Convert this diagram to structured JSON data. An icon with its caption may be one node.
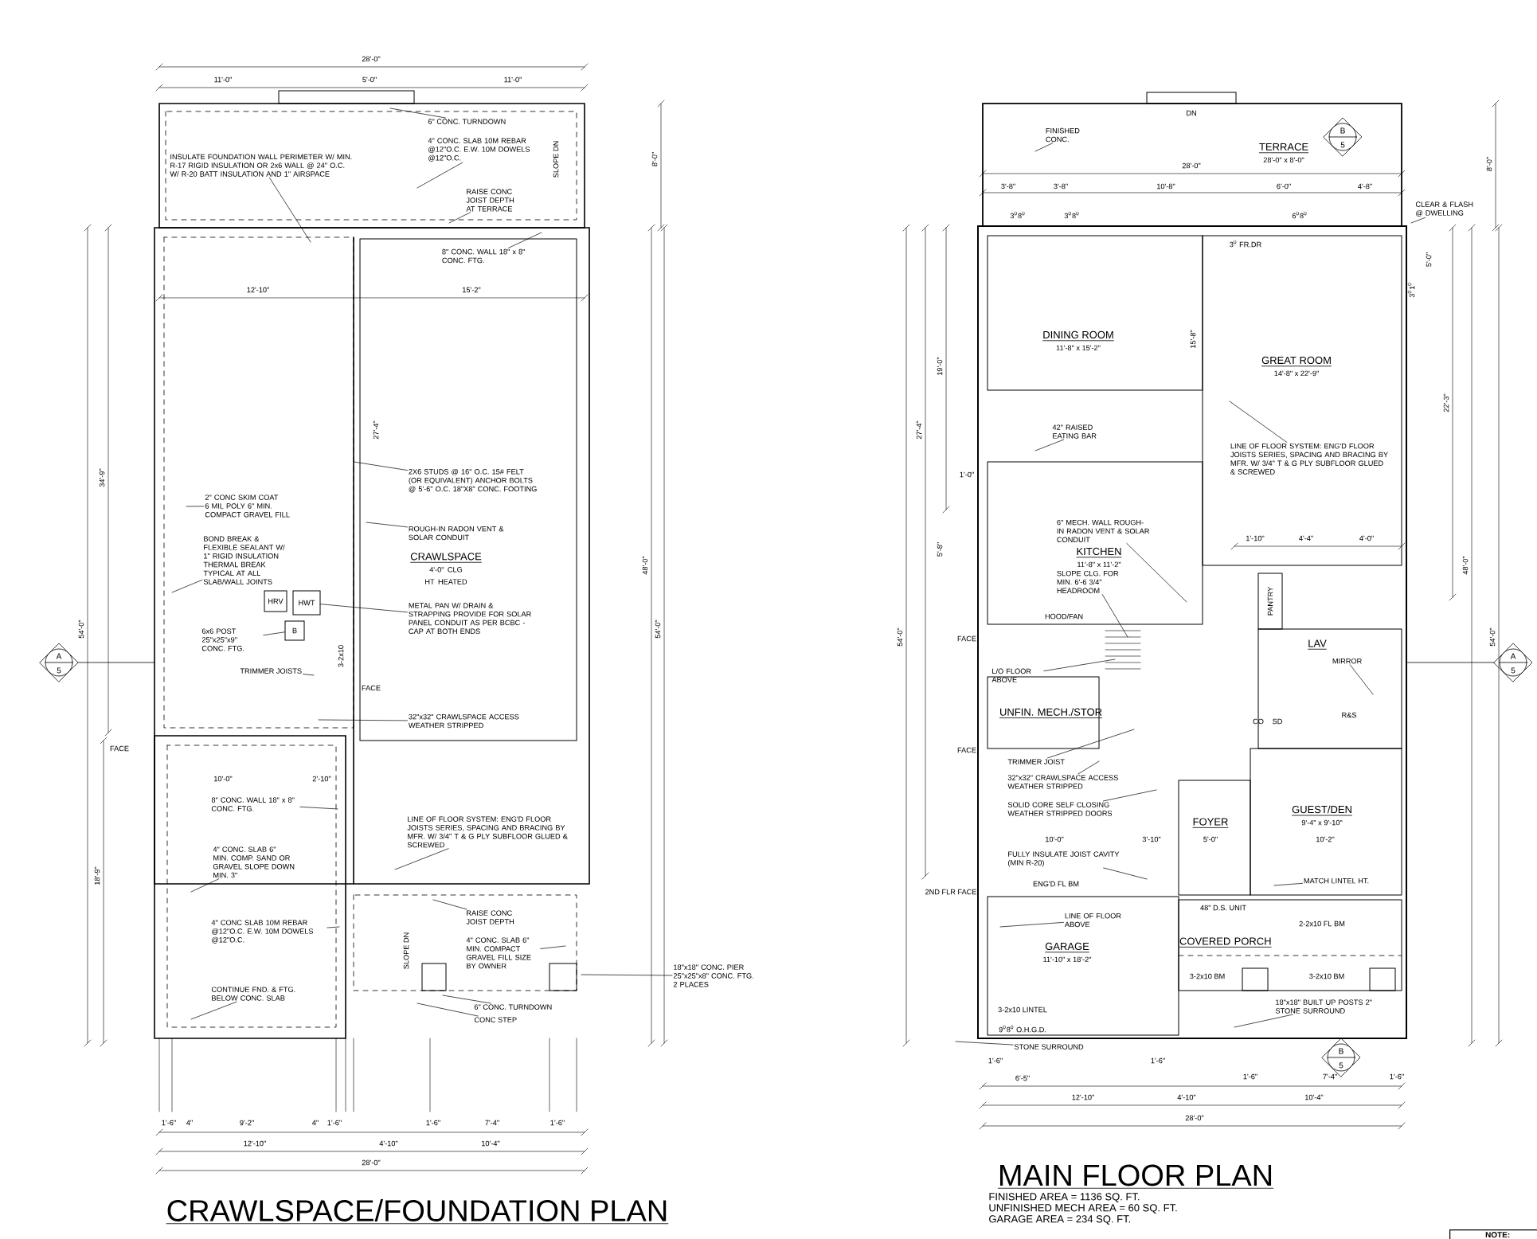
{
  "diagram": {
    "nodes": [
      {
        "text": [
          "CRAWLSPACE",
          "4'-0\" CLG HT HEATED"
        ]
      },
      {
        "text": [
          "HRV"
        ]
      },
      {
        "text": [
          "HWT"
        ]
      },
      {
        "text": [
          "B"
        ]
      },
      {
        "text": [
          "TERRACE",
          "28'-0\" x 8'-0\""
        ]
      },
      {
        "text": [
          "DINING ROOM",
          "11'-8\" x 15'-2\""
        ]
      },
      {
        "text": [
          "GREAT ROOM",
          "14'-8\" x 22'-9\""
        ]
      },
      {
        "text": [
          "KITCHEN",
          "11'-8\" x 11'-2\""
        ]
      },
      {
        "text": [
          "PANTRY"
        ]
      },
      {
        "text": [
          "LAV"
        ]
      },
      {
        "text": [
          "UNFIN. MECH./STOR"
        ]
      },
      {
        "text": [
          "FOYER"
        ]
      },
      {
        "text": [
          "GUEST/DEN",
          "9'-4\" x 9'-10\""
        ]
      },
      {
        "text": [
          "GARAGE",
          "11'-10\" x 18'-2\""
        ]
      },
      {
        "text": [
          "COVERED PORCH"
        ]
      },
      {
        "text": [
          "6\" CONC. TURNDOWN"
        ]
      },
      {
        "text": [
          "INSULATE FOUNDATION WALL PERIMETER W/ MIN. R-17 RIGID INSULATION OR 2x6 WALL @ 24\" O.C. W/ R-20 BATT INSULATION AND 1\" AIRSPACE"
        ]
      },
      {
        "text": [
          "4\" CONC. SLAB 10M REBAR @12\"O.C. E.W. 10M DOWELS @12\"O.C."
        ]
      },
      {
        "text": [
          "RAISE CONC JOIST DEPTH AT TERRACE"
        ]
      },
      {
        "text": [
          "8\" CONC. WALL 18\" x 8\" CONC. FTG."
        ],
        "in": 0
      },
      {
        "text": [
          "2\" CONC SKIM COAT 6 MIL POLY 6\" MIN. COMPACT GRAVEL FILL"
        ]
      },
      {
        "text": [
          "BOND BREAK & FLEXIBLE SEALANT W/ 1\" RIGID INSULATION THERMAL BREAK TYPICAL AT ALL SLAB/WALL JOINTS"
        ]
      },
      {
        "text": [
          "2X6 STUDS @ 16\" O.C. 15# FELT (OR EQUIVALENT) ANCHOR BOLTS @ 5'-6\" O.C. 18\"X8\" CONC. FOOTING"
        ],
        "in": 0
      },
      {
        "text": [
          "ROUGH-IN RADON VENT & SOLAR CONDUIT"
        ],
        "in": 0
      },
      {
        "text": [
          "METAL PAN W/ DRAIN & STRAPPING PROVIDE FOR SOLAR PANEL CONDUIT AS PER BCBC -CAP AT BOTH ENDS"
        ],
        "in": 0
      },
      {
        "text": [
          "6x6 POST 25\"x25\"x9\" CONC. FTG."
        ]
      },
      {
        "text": [
          "TRIMMER JOISTS"
        ]
      },
      {
        "text": [
          "32\"x32\" CRAWLSPACE ACCESS WEATHER STRIPPED"
        ],
        "in": 0
      },
      {
        "text": [
          "8\" CONC. WALL 18\" x 8\" CONC. FTG."
        ]
      },
      {
        "text": [
          "4\" CONC. SLAB 6\" MIN. COMP. SAND OR GRAVEL SLOPE DOWN MIN. 3\""
        ]
      },
      {
        "text": [
          "4\" CONC SLAB 10M REBAR @12\"O.C. E.W. 10M DOWELS @12\"O.C."
        ]
      },
      {
        "text": [
          "CONTINUE FND. & FTG. BELOW CONC. SLAB"
        ]
      },
      {
        "text": [
          "LINE OF FLOOR SYSTEM: ENG'D FLOOR JOISTS SERIES, SPACING AND BRACING BY MFR. W/ 3/4\" T & G PLY SUBFLOOR GLUED & SCREWED"
        ]
      },
      {
        "text": [
          "RAISE CONC JOIST DEPTH"
        ]
      },
      {
        "text": [
          "4\" CONC. SLAB 6\" MIN. COMPACT GRAVEL FILL SIZE BY OWNER"
        ]
      },
      {
        "text": [
          "18\"x18\" CONC. PIER 25\"x25\"x8\" CONC. FTG. 2 PLACES"
        ]
      },
      {
        "text": [
          "6\" CONC. TURNDOWN"
        ]
      },
      {
        "text": [
          "CONC STEP"
        ]
      },
      {
        "text": [
          "FINISHED CONC."
        ],
        "in": 4
      },
      {
        "text": [
          "CLEAR & FLASH @ DWELLING"
        ]
      },
      {
        "text": [
          "42\" RAISED EATING BAR"
        ]
      },
      {
        "text": [
          "LINE OF FLOOR SYSTEM: ENG'D FLOOR JOISTS SERIES, SPACING AND BRACING BY MFR. W/ 3/4\" T & G PLY SUBFLOOR GLUED & SCREWED"
        ],
        "in": 6
      },
      {
        "text": [
          "6\" MECH. WALL ROUGH-IN RADON VENT & SOLAR CONDUIT"
        ],
        "in": 7
      },
      {
        "text": [
          "SLOPE CLG. FOR MIN. 6'-6 3/4\" HEADROOM"
        ],
        "in": 7
      },
      {
        "text": [
          "L/O FLOOR ABOVE"
        ]
      },
      {
        "text": [
          "MIRROR"
        ],
        "in": 9
      },
      {
        "text": [
          "TRIMMER JOIST"
        ]
      },
      {
        "text": [
          "32\"x32\" CRAWLSPACE ACCESS WEATHER STRIPPED"
        ]
      },
      {
        "text": [
          "SOLID CORE SELF CLOSING WEATHER STRIPPED DOORS"
        ]
      },
      {
        "text": [
          "FULLY INSULATE JOIST CAVITY (MIN R-20)"
        ]
      },
      {
        "text": [
          "MATCH LINTEL HT."
        ],
        "in": 12
      },
      {
        "text": [
          "LINE OF FLOOR ABOVE"
        ],
        "in": 13
      },
      {
        "text": [
          "STONE SURROUND"
        ]
      },
      {
        "text": [
          "18\"x18\" BUILT UP POSTS 2\" STONE SURROUND"
        ]
      }
    ],
    "edges": [
      {
        "from": 15,
        "to": null,
        "arrow": "none"
      },
      {
        "from": 16,
        "to": null,
        "arrow": "none"
      },
      {
        "from": 17,
        "to": null,
        "arrow": "none"
      },
      {
        "from": 18,
        "to": null,
        "arrow": "none"
      },
      {
        "from": 19,
        "to": null,
        "arrow": "none"
      },
      {
        "from": 20,
        "to": null,
        "arrow": "none"
      },
      {
        "from": 21,
        "to": null,
        "arrow": "none"
      },
      {
        "from": 22,
        "to": null,
        "arrow": "none"
      },
      {
        "from": 23,
        "to": null,
        "arrow": "none"
      },
      {
        "from": 24,
        "to": 2,
        "arrow": "none"
      },
      {
        "from": 25,
        "to": 3,
        "arrow": "none"
      },
      {
        "from": 26,
        "to": null,
        "arrow": "none"
      },
      {
        "from": 27,
        "to": null,
        "arrow": "none"
      },
      {
        "from": 28,
        "to": null,
        "arrow": "none"
      },
      {
        "from": 29,
        "to": null,
        "arrow": "none"
      },
      {
        "from": 30,
        "to": null,
        "arrow": "none"
      },
      {
        "from": 31,
        "to": null,
        "arrow": "none"
      },
      {
        "from": 32,
        "to": null,
        "arrow": "none"
      },
      {
        "from": 33,
        "to": null,
        "arrow": "none"
      },
      {
        "from": 34,
        "to": null,
        "arrow": "none"
      },
      {
        "from": 35,
        "to": null,
        "arrow": "none"
      },
      {
        "from": 36,
        "to": null,
        "arrow": "none"
      },
      {
        "from": 37,
        "to": null,
        "arrow": "none"
      },
      {
        "from": 38,
        "to": null,
        "arrow": "none"
      },
      {
        "from": 39,
        "to": null,
        "arrow": "none"
      },
      {
        "from": 40,
        "to": null,
        "arrow": "none"
      },
      {
        "from": 41,
        "to": null,
        "arrow": "none"
      },
      {
        "from": 42,
        "to": null,
        "arrow": "none"
      },
      {
        "from": 43,
        "to": null,
        "arrow": "none"
      },
      {
        "from": 44,
        "to": null,
        "arrow": "none"
      },
      {
        "from": 45,
        "to": null,
        "arrow": "none"
      },
      {
        "from": 46,
        "to": null,
        "arrow": "none"
      },
      {
        "from": 47,
        "to": null,
        "arrow": "none"
      },
      {
        "from": 48,
        "to": null,
        "arrow": "none"
      },
      {
        "from": 49,
        "to": null,
        "arrow": "none"
      },
      {
        "from": 50,
        "to": null,
        "arrow": "none"
      },
      {
        "from": 51,
        "to": null,
        "arrow": "none"
      },
      {
        "from": 52,
        "to": null,
        "arrow": "none"
      },
      {
        "from": 53,
        "to": null,
        "arrow": "none"
      }
    ],
    "labels": [
      "28'-0\"",
      "11'-0\"",
      "5'-0\"",
      "11'-0\"",
      "8'-0\"",
      "SLOPE DN",
      "12'-10\"",
      "15'-2\"",
      "34'-9\"",
      "27'-4\"",
      "48'-0\"",
      "54'-0\"",
      "54'-0\"",
      "3-2x10",
      "FACE",
      "FACE",
      "10'-0\"",
      "2'-10\"",
      "18'-9\"",
      "SLOPE DN",
      "1'-6\"",
      "4\"",
      "9'-2\"",
      "4\"",
      "1'-6\"",
      "1'-6\"",
      "7'-4\"",
      "1'-6\"",
      "12'-10\"",
      "4'-10\"",
      "10'-4\"",
      "28'-0\"",
      "CRAWLSPACE/FOUNDATION PLAN",
      "A",
      "5",
      "DN",
      "B",
      "5",
      "28'-0\"",
      "3'-8\"",
      "3'-8\"",
      "10'-8\"",
      "6'-0\"",
      "4'-8\"",
      "3$^{0}$8$^{0}$",
      "3$^{0}$8$^{0}$",
      "6$^{0}$8$^{0}$",
      "3$^{0}$ FR.DR",
      "8'-0\"",
      "5'-0\"",
      "3$^{0}$1$^{0}$",
      "15'-8\"",
      "19'-0\"",
      "27'-4\"",
      "22'-3\"",
      "1'-0\"",
      "5'-8\"",
      "HOOD/FAN",
      "1'-10\"",
      "4'-4\"",
      "4'-0\"",
      "48'-0\"",
      "54'-0\"",
      "54'-0\"",
      "A",
      "5",
      "FACE",
      "CO",
      "SD",
      "R&S",
      "FACE",
      "10'-0\"",
      "3'-10\"",
      "5'-0\"",
      "10'-2\"",
      "ENG'D FL BM",
      "2ND FLR FACE",
      "48\" D.S. UNIT",
      "2-2x10 FL BM",
      "3-2x10 BM",
      "3-2x10 BM",
      "3-2x10 LINTEL",
      "9$^{0}$8$^{0}$ O.H.G.D.",
      "B",
      "5",
      "1'-6\"",
      "1'-6\"",
      "6'-5\"",
      "1'-6\"",
      "7'-4\"",
      "1'-6\"",
      "12'-10\"",
      "4'-10\"",
      "10'-4\"",
      "28'-0\"",
      "MAIN FLOOR PLAN",
      "FINISHED AREA = 1136 SQ. FT.",
      "UNFINISHED MECH AREA = 60 SQ. FT.",
      "GARAGE AREA = 234 SQ. FT.",
      "NOTE:"
    ]
  }
}
